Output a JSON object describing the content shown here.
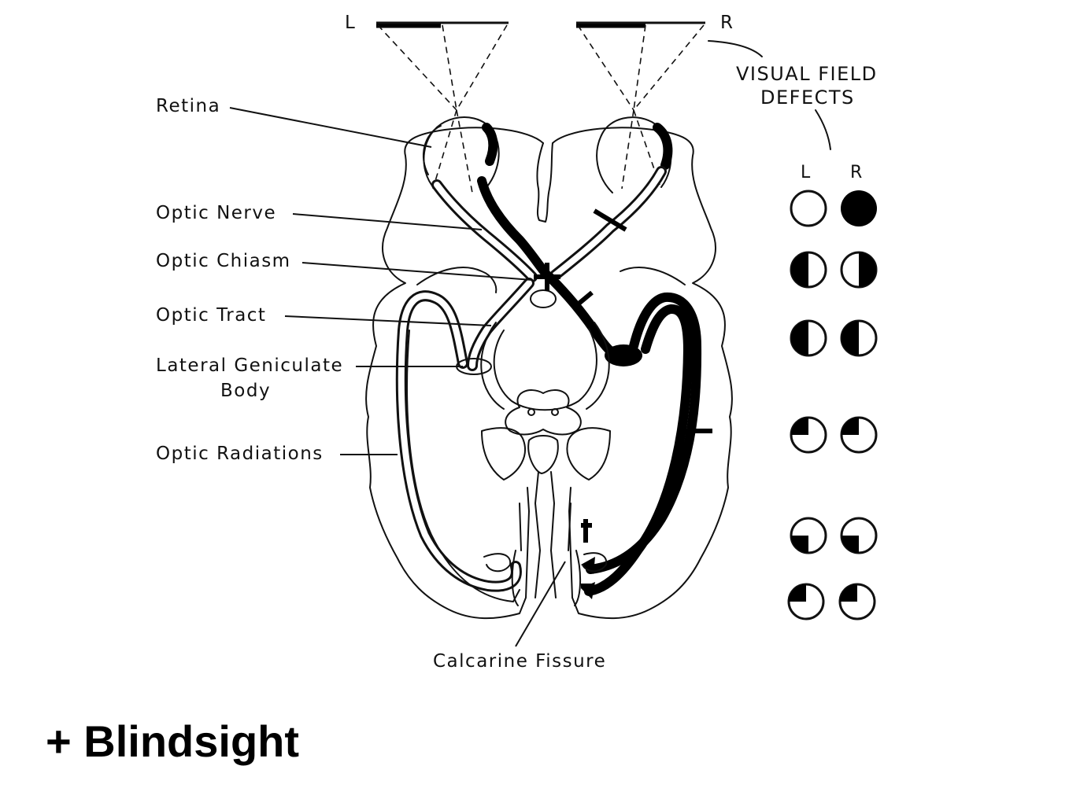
{
  "diagram": {
    "field_labels": {
      "left": "L",
      "right": "R"
    },
    "structures": {
      "retina": "Retina",
      "optic_nerve": "Optic Nerve",
      "optic_chiasm": "Optic Chiasm",
      "optic_tract": "Optic Tract",
      "lgb_line1": "Lateral Geniculate",
      "lgb_line2": "Body",
      "optic_radiations": "Optic Radiations",
      "calcarine_fissure": "Calcarine Fissure"
    },
    "visual_field_defects": {
      "heading_line1": "VISUAL FIELD",
      "heading_line2": "DEFECTS",
      "col_left": "L",
      "col_right": "R",
      "rows": [
        {
          "left": "clear",
          "right": "full-black"
        },
        {
          "left": "left-half-black",
          "right": "right-half-black"
        },
        {
          "left": "left-half-black",
          "right": "left-half-black"
        },
        {
          "left": "upper-left-quadrant",
          "right": "upper-left-quadrant"
        },
        {
          "left": "lower-left-quadrant",
          "right": "lower-left-quadrant"
        },
        {
          "left": "upper-left-quadrant-small",
          "right": "upper-left-quadrant-small"
        }
      ]
    }
  },
  "caption": "+ Blindsight"
}
